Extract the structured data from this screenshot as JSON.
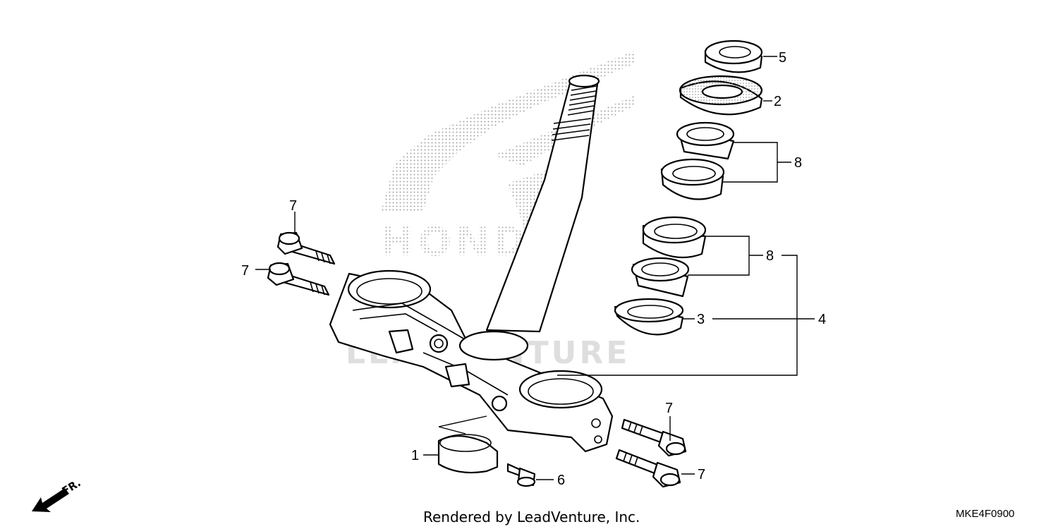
{
  "watermark": {
    "brand": "HONDA",
    "dealer": "LEADVENTURE"
  },
  "callouts": {
    "c1": "1",
    "c2": "2",
    "c3": "3",
    "c4": "4",
    "c5": "5",
    "c6": "6",
    "c7a": "7",
    "c7b": "7",
    "c7c": "7",
    "c7d": "7",
    "c8a": "8",
    "c8b": "8"
  },
  "direction": {
    "label": "FR."
  },
  "footer": {
    "rendered_by": "Rendered by LeadVenture, Inc.",
    "diagram_code": "MKE4F0900"
  }
}
